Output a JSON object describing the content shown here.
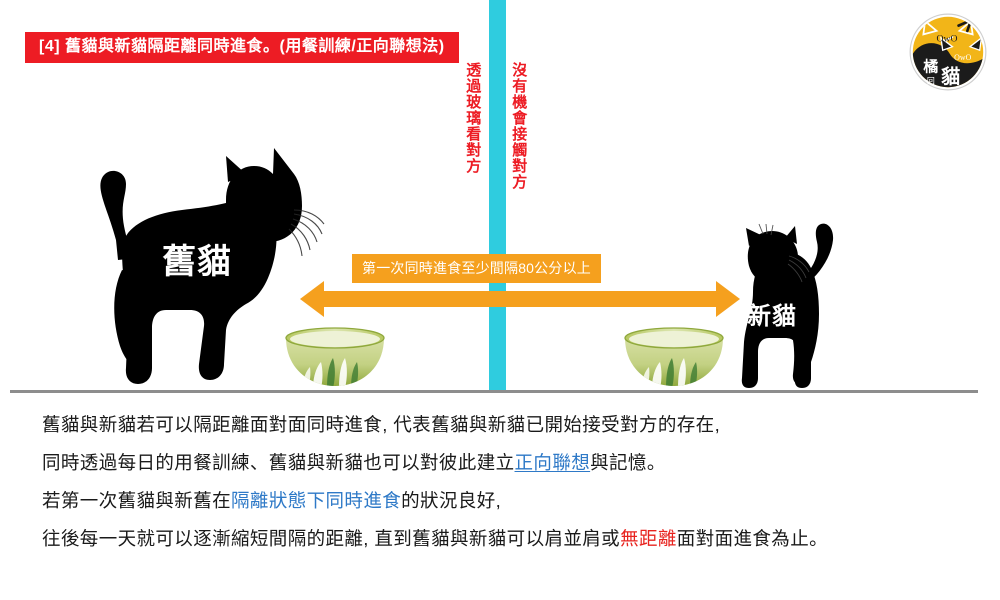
{
  "header": {
    "banner_text": "[4] 舊貓與新貓隔距離同時進食。(用餐訓練/正向聯想法)",
    "banner_color": "#ed1c24"
  },
  "logo": {
    "name": "橘貓 logo",
    "top_face_text": "OwO",
    "bottom_face_text": "OwO",
    "char_left": "橘",
    "char_small": "回",
    "char_right": "貓",
    "top_color": "#f2b518",
    "bottom_color": "#1b1b1b"
  },
  "diagram": {
    "divider": {
      "name": "glass-divider",
      "color": "#2fccdf"
    },
    "vertical_labels": {
      "left": "透過玻璃看對方",
      "right": "沒有機會接觸對方",
      "color": "#ed1c24"
    },
    "distance_label": "第一次同時進食至少間隔80公分以上",
    "arrow_color": "#f5a01e",
    "cat_old_label": "舊貓",
    "cat_new_label": "新貓",
    "bowl_color": "#a8bd4f"
  },
  "body": {
    "lines": [
      {
        "segments": [
          {
            "text": "舊貓與新貓若可以隔距離面對面同時進食, 代表舊貓與新貓已開始接受對方的存在,",
            "style": "plain"
          }
        ]
      },
      {
        "segments": [
          {
            "text": "同時透過每日的用餐訓練、舊貓與新貓也可以對彼此建立",
            "style": "plain"
          },
          {
            "text": "正向聯想",
            "style": "blue-underline"
          },
          {
            "text": "與記憶。",
            "style": "plain"
          }
        ]
      },
      {
        "segments": [
          {
            "text": "若第一次舊貓與新舊在",
            "style": "plain"
          },
          {
            "text": "隔離狀態下同時進食",
            "style": "blue"
          },
          {
            "text": "的狀況良好,",
            "style": "plain"
          }
        ]
      },
      {
        "segments": [
          {
            "text": "往後每一天就可以逐漸縮短間隔的距離, 直到舊貓與新貓可以肩並肩或",
            "style": "plain"
          },
          {
            "text": "無距離",
            "style": "red"
          },
          {
            "text": "面對面進食為止。",
            "style": "plain"
          }
        ]
      }
    ],
    "link_color": "#2e79c7",
    "emphasis_color": "#e8241f"
  }
}
